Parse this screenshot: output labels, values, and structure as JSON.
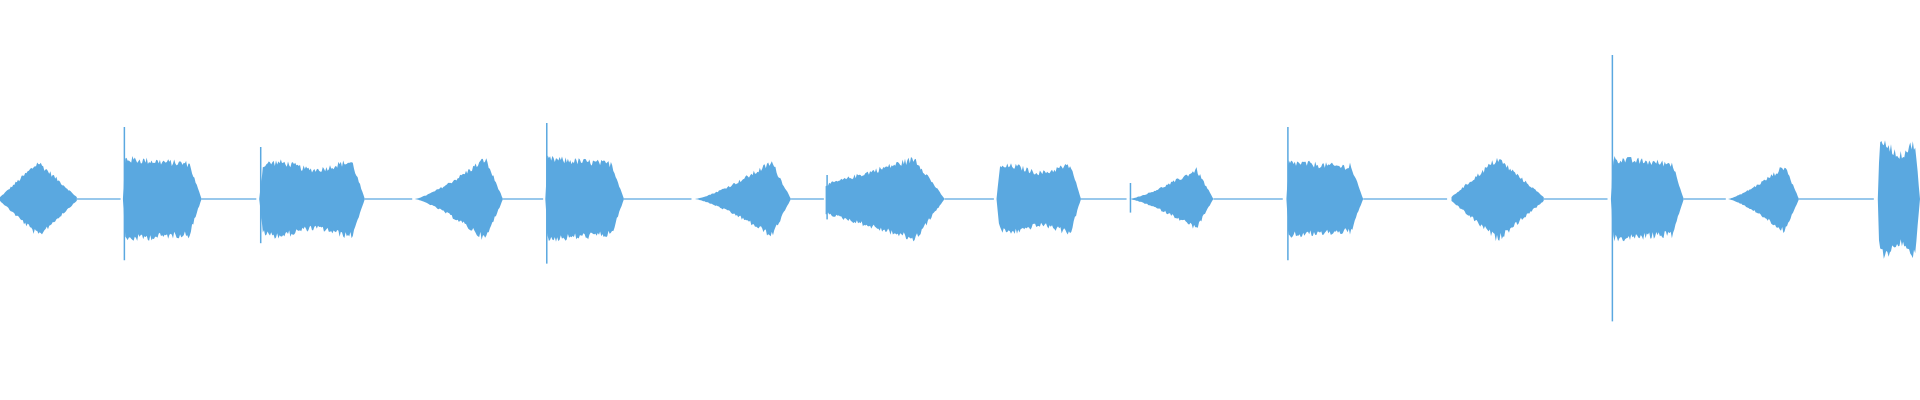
{
  "waveform": {
    "color": "#5aa8e0",
    "background": "#ffffff",
    "segments": [
      {
        "start": 0.0,
        "end": 0.04,
        "peak": 0.1,
        "shape": "diamond"
      },
      {
        "start": 0.064,
        "end": 0.105,
        "peak": 0.11,
        "shape": "attack-sustain",
        "spike": 0.18
      },
      {
        "start": 0.135,
        "end": 0.19,
        "peak": 0.1,
        "shape": "sustain",
        "spike": 0.13
      },
      {
        "start": 0.216,
        "end": 0.262,
        "peak": 0.11,
        "shape": "swell"
      },
      {
        "start": 0.284,
        "end": 0.325,
        "peak": 0.11,
        "shape": "attack-sustain",
        "spike": 0.19
      },
      {
        "start": 0.362,
        "end": 0.412,
        "peak": 0.1,
        "shape": "swell"
      },
      {
        "start": 0.43,
        "end": 0.492,
        "peak": 0.11,
        "shape": "swell-long",
        "spike": 0.06
      },
      {
        "start": 0.519,
        "end": 0.563,
        "peak": 0.09,
        "shape": "sustain"
      },
      {
        "start": 0.588,
        "end": 0.632,
        "peak": 0.08,
        "shape": "swell",
        "spike": 0.04
      },
      {
        "start": 0.67,
        "end": 0.71,
        "peak": 0.1,
        "shape": "attack-sustain",
        "spike": 0.18
      },
      {
        "start": 0.756,
        "end": 0.804,
        "peak": 0.11,
        "shape": "diamond"
      },
      {
        "start": 0.839,
        "end": 0.877,
        "peak": 0.11,
        "shape": "attack-sustain",
        "spike": 0.36
      },
      {
        "start": 0.9,
        "end": 0.937,
        "peak": 0.09,
        "shape": "swell"
      },
      {
        "start": 0.978,
        "end": 1.0,
        "peak": 0.15,
        "shape": "sustain"
      }
    ]
  }
}
